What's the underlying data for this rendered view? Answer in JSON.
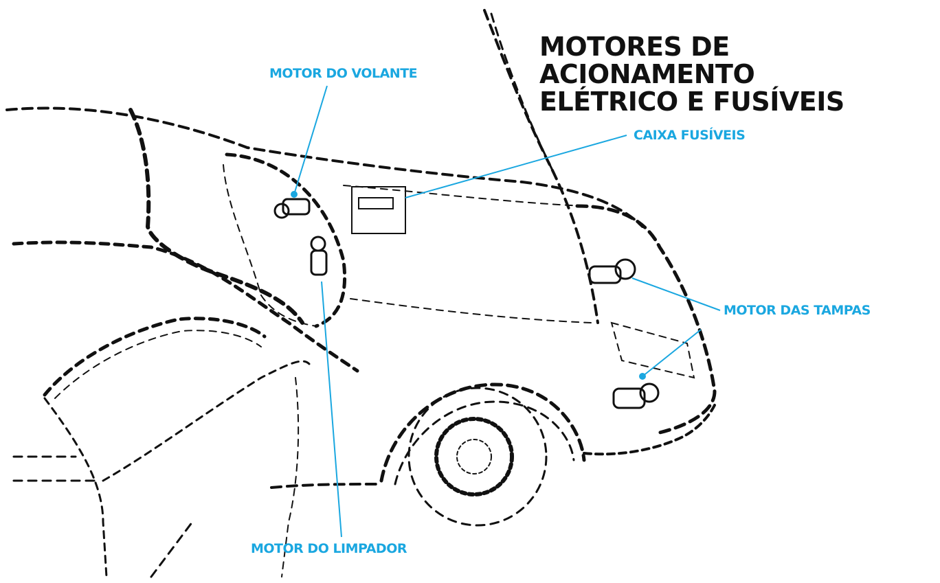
{
  "title": {
    "line1": "MOTORES DE ACIONAMENTO",
    "line2": "ELÉTRICO E FUSÍVEIS"
  },
  "labels": {
    "motor_volante": "MOTOR DO VOLANTE",
    "caixa_fusiveis": "CAIXA FUSÍVEIS",
    "motor_tampas": "MOTOR DAS TAMPAS",
    "motor_limpador": "MOTOR DO LIMPADOR"
  },
  "colors": {
    "label_color": "#1aa7e0",
    "line_color": "#111111"
  }
}
